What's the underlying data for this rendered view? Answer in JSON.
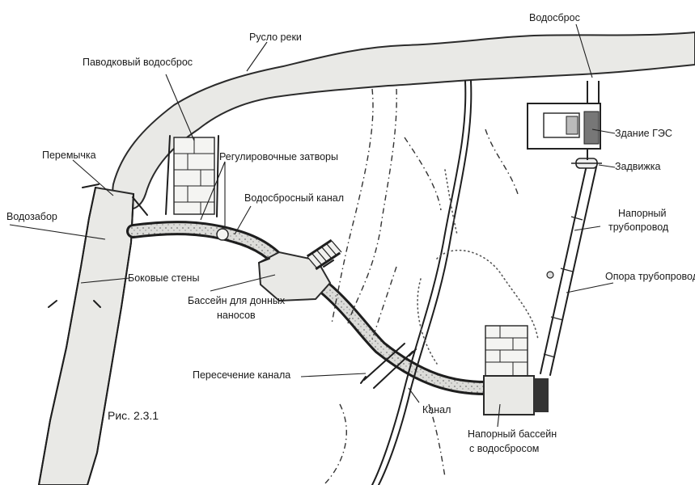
{
  "labels": {
    "river_bed": "Русло реки",
    "spillway": "Водосброс",
    "flood_spillway": "Паводковый водосброс",
    "hydro_building": "Здание ГЭС",
    "cofferdam": "Перемычка",
    "control_gates": "Регулировочные затворы",
    "gate_valve": "Задвижка",
    "intake": "Водозабор",
    "spillway_channel": "Водосбросный канал",
    "penstock_line1": "Напорный",
    "penstock_line2": "трубопровод",
    "side_walls": "Боковые стены",
    "pipe_support": "Опора трубопровода",
    "sediment_basin_line1": "Бассейн для донных",
    "sediment_basin_line2": "наносов",
    "canal_crossing": "Пересечение канала",
    "canal": "Канал",
    "forebay_line1": "Напорный бассейн",
    "forebay_line2": "с водосбросом"
  },
  "caption": "Рис. 2.3.1"
}
